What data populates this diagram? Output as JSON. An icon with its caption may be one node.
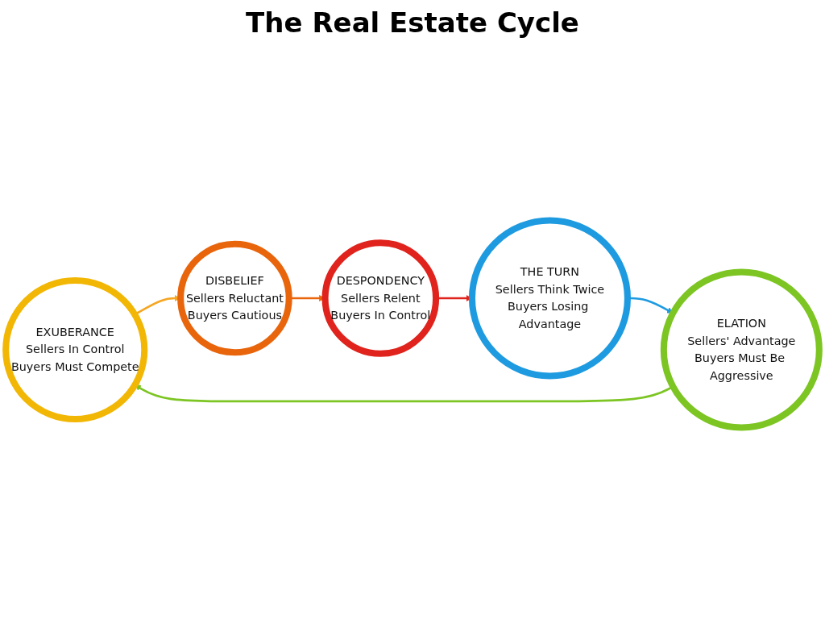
{
  "diagram": {
    "title": "The Real Estate Cycle",
    "nodes": [
      {
        "text": [
          "EXUBERANCE",
          "Sellers In Control",
          "Buyers Must Compete"
        ]
      },
      {
        "text": [
          "DISBELIEF",
          "Sellers Reluctant",
          "Buyers Cautious"
        ]
      },
      {
        "text": [
          "DESPONDENCY",
          "Sellers Relent",
          "Buyers In Control"
        ]
      },
      {
        "text": [
          "THE TURN",
          "Sellers Think Twice",
          "Buyers Losing Advantage"
        ]
      },
      {
        "text": [
          "ELATION",
          "Sellers' Advantage",
          "Buyers Must Be Aggressive"
        ]
      }
    ],
    "edges": [
      {
        "from": 0,
        "to": 1,
        "arrow": "to",
        "color": "#f5a623"
      },
      {
        "from": 1,
        "to": 2,
        "arrow": "to",
        "color": "#e8650c"
      },
      {
        "from": 2,
        "to": 3,
        "arrow": "to",
        "color": "#e0231c"
      },
      {
        "from": 3,
        "to": 4,
        "arrow": "to",
        "color": "#1e9be0"
      },
      {
        "from": 4,
        "to": 0,
        "arrow": "to",
        "color": "#7cc522"
      }
    ]
  }
}
